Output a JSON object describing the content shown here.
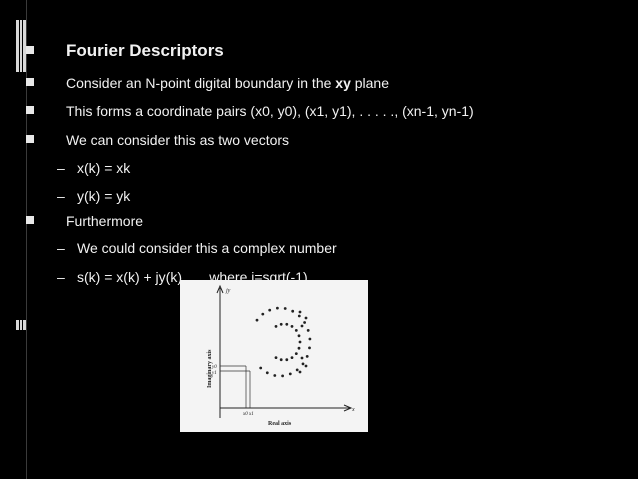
{
  "slide": {
    "bullets": [
      {
        "level": 1,
        "text": "Fourier Descriptors",
        "bold": true
      },
      {
        "level": 1,
        "text_before": "Consider an N-point digital boundary in the ",
        "text_bold": "xy",
        "text_after": " plane"
      },
      {
        "level": 1,
        "text": "This forms a coordinate pairs (x0, y0), (x1, y1), . . . . ., (xn-1, yn-1)"
      },
      {
        "level": 1,
        "text": "We can consider this as two vectors"
      },
      {
        "level": 2,
        "text": "x(k) = xk"
      },
      {
        "level": 2,
        "text": "y(k) = yk"
      },
      {
        "level": 1,
        "text": "Furthermore"
      },
      {
        "level": 2,
        "text": "We could consider this a complex number"
      },
      {
        "level": 2,
        "text": "s(k) = x(k) + jy(k)       where j=sqrt(-1)"
      }
    ],
    "dash": "–"
  },
  "figure": {
    "y_axis_label": "Imaginary axis",
    "x_axis_label": "Real axis",
    "x_arrow_label": "x",
    "y_arrow_label": "jy",
    "y_ticks": [
      "y0",
      "y1"
    ],
    "x_ticks": [
      "x0",
      "x1"
    ]
  }
}
